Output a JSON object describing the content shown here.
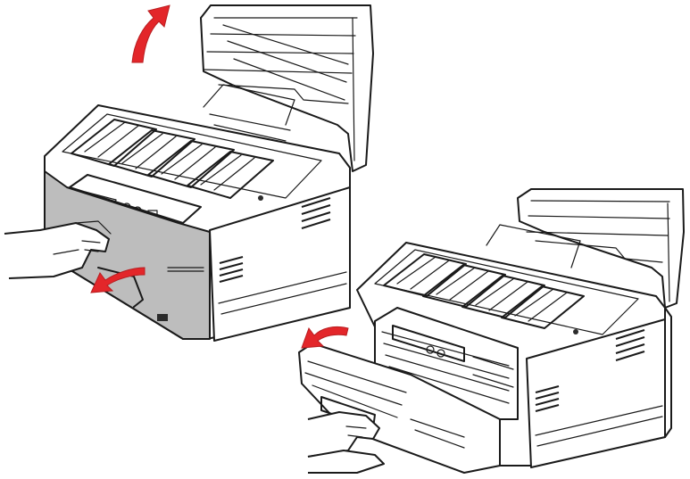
{
  "colors": {
    "line": "#1a1a1a",
    "arrow": "#e3262a",
    "shade": "#bdbdbd",
    "background": "#ffffff"
  },
  "illustrations": [
    {
      "id": "printer-top-open",
      "arrows": [
        "lift-top-cover-arrow",
        "pull-front-handle-arrow"
      ]
    },
    {
      "id": "printer-front-open",
      "arrows": [
        "lower-front-cover-arrow"
      ]
    }
  ]
}
